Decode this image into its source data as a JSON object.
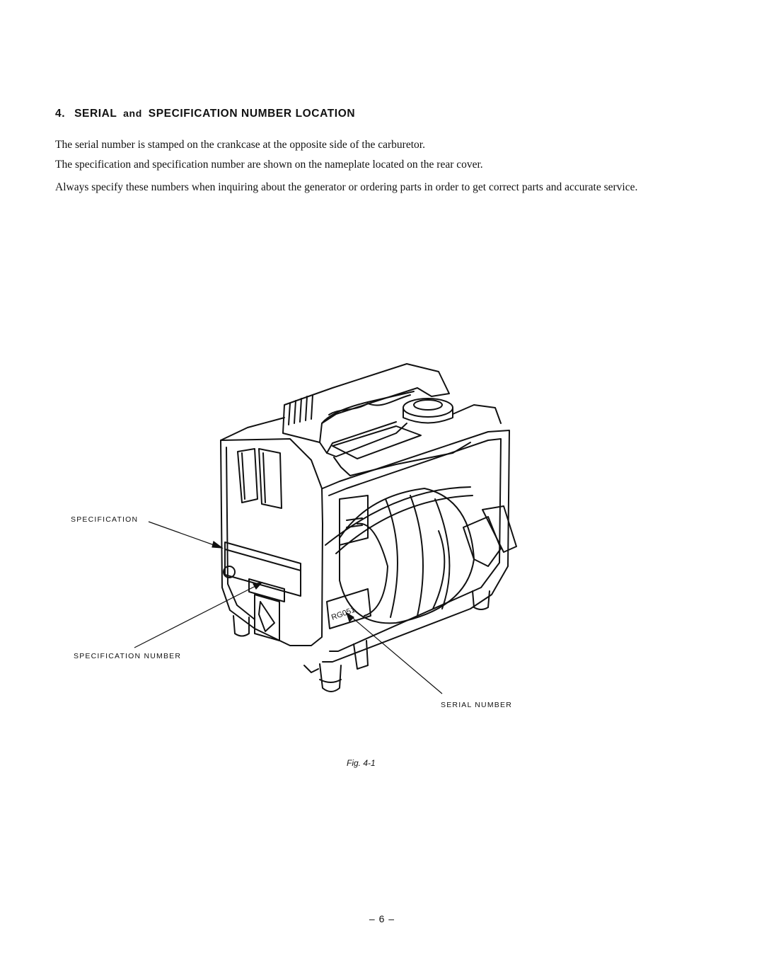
{
  "section": {
    "number": "4.",
    "title_part1": "SERIAL",
    "title_and": "and",
    "title_part2": "SPECIFICATION NUMBER LOCATION"
  },
  "paragraphs": [
    "The serial number is stamped on the crankcase at the opposite side of the carburetor.",
    "The specification and specification number are shown on the nameplate located on the rear cover.",
    "Always specify these numbers when inquiring about the generator or ordering parts in order to get correct parts and accurate service."
  ],
  "figure": {
    "labels": {
      "specification": "SPECIFICATION",
      "specification_number": "SPECIFICATION NUMBER",
      "serial_number": "SERIAL NUMBER"
    },
    "serial_stamp": "RG051",
    "caption": "Fig. 4-1"
  },
  "page_number": "– 6 –"
}
